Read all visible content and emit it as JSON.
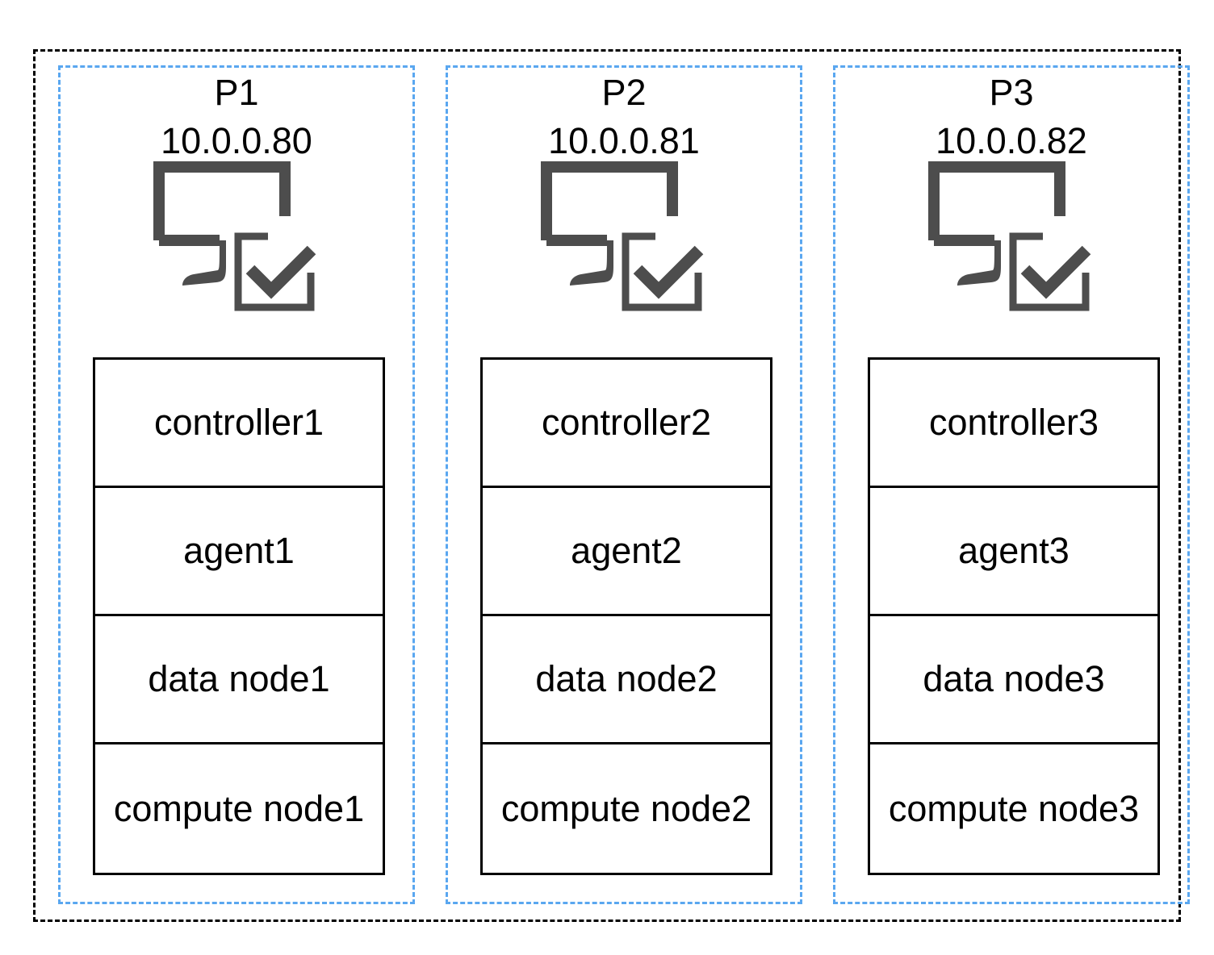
{
  "hosts": [
    {
      "name": "P1",
      "ip": "10.0.0.80",
      "icon": "computer-check-icon",
      "components": [
        "controller1",
        "agent1",
        "data node1",
        "compute node1"
      ]
    },
    {
      "name": "P2",
      "ip": "10.0.0.81",
      "icon": "computer-check-icon",
      "components": [
        "controller2",
        "agent2",
        "data node2",
        "compute node2"
      ]
    },
    {
      "name": "P3",
      "ip": "10.0.0.82",
      "icon": "computer-check-icon",
      "components": [
        "controller3",
        "agent3",
        "data node3",
        "compute node3"
      ]
    }
  ],
  "colors": {
    "cluster_border": "#000000",
    "host_border": "#5aa7f0",
    "icon": "#4d4d4d"
  }
}
